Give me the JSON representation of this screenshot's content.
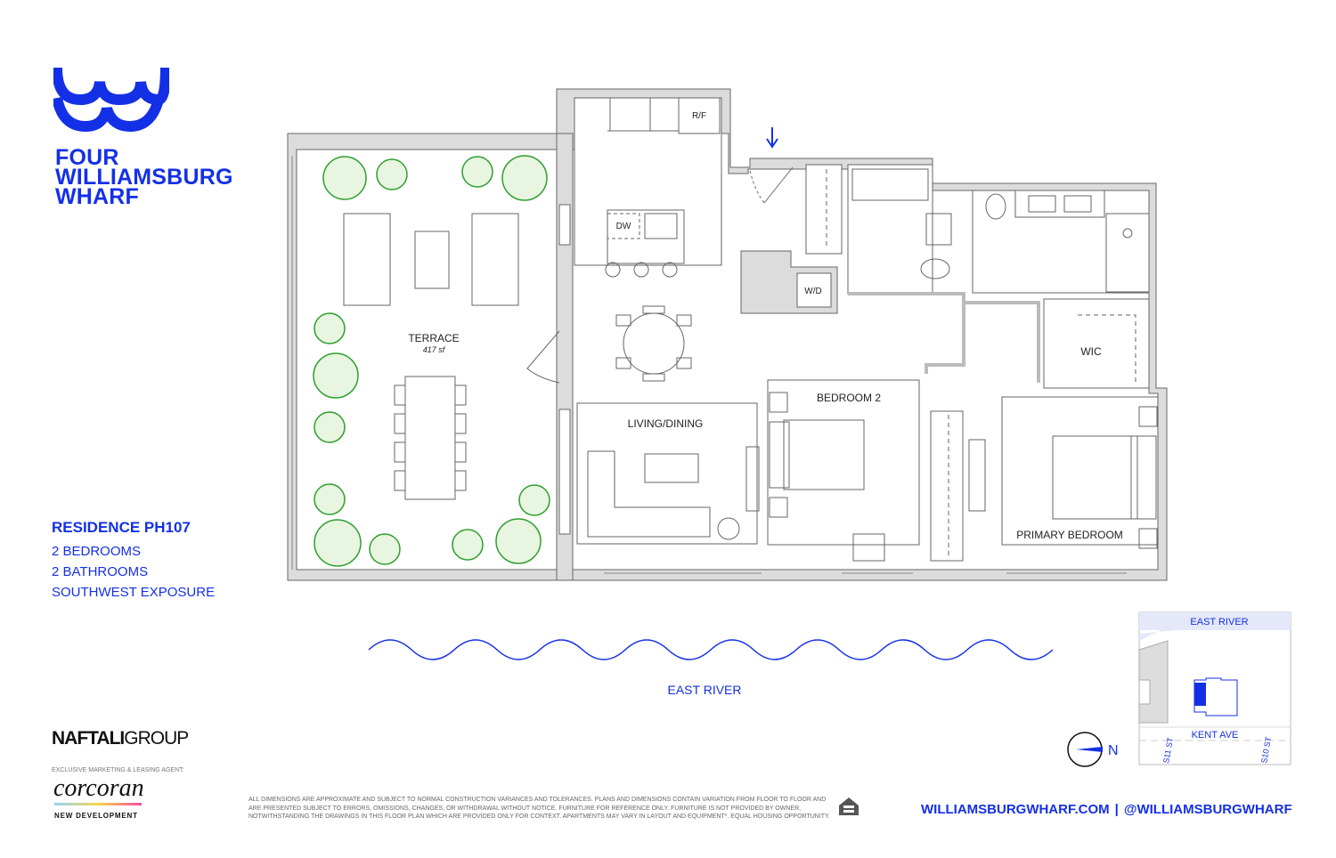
{
  "brand": {
    "lines": [
      "FOUR",
      "WILLIAMSBURG",
      "WHARF"
    ],
    "logo_icon": "ww-wave-logo"
  },
  "residence": {
    "title": "RESIDENCE PH107",
    "details": [
      "2 BEDROOMS",
      "2 BATHROOMS",
      "SOUTHWEST EXPOSURE"
    ]
  },
  "plan": {
    "rooms": {
      "terrace": "TERRACE",
      "terrace_area": "417 sf",
      "refrigerator": "R/F",
      "dishwasher": "DW",
      "washer_dryer": "W/D",
      "living": "LIVING/DINING",
      "bedroom2": "BEDROOM 2",
      "wic": "WIC",
      "primary": "PRIMARY BEDROOM"
    },
    "river_label": "EAST RIVER"
  },
  "compass": {
    "label": "N"
  },
  "keymap": {
    "river": "EAST RIVER",
    "street": "KENT AVE",
    "cross_left": "S11 ST",
    "cross_right": "S10 ST"
  },
  "developer": {
    "name_bold": "NAFTALI",
    "name_light": "GROUP"
  },
  "agent": {
    "label": "EXCLUSIVE MARKETING & LEASING AGENT:",
    "name": "corcoran",
    "sub": "NEW DEVELOPMENT"
  },
  "disclaimer": "ALL DIMENSIONS ARE APPROXIMATE AND SUBJECT TO NORMAL CONSTRUCTION VARIANCES AND TOLERANCES. PLANS AND DIMENSIONS CONTAIN VARIATION FROM FLOOR TO FLOOR AND ARE PRESENTED SUBJECT TO ERRORS, OMISSIONS, CHANGES, OR WITHDRAWAL WITHOUT NOTICE. FURNITURE FOR REFERENCE ONLY. FURNITURE IS NOT PROVIDED BY OWNER, NOTWITHSTANDING THE DRAWINGS IN THIS FLOOR PLAN WHICH ARE PROVIDED ONLY FOR CONTEXT. APARTMENTS MAY VARY IN LAYOUT AND EQUIPMENT*. EQUAL HOUSING OPPORTUNITY.",
  "footer": {
    "website": "WILLIAMSBURGWHARF.COM",
    "separator": "|",
    "social": "@WILLIAMSBURGWHARF"
  },
  "colors": {
    "brand_blue": "#1430e6",
    "wall_gray": "#dcdcdc",
    "plant_green": "#2e9e2e"
  }
}
